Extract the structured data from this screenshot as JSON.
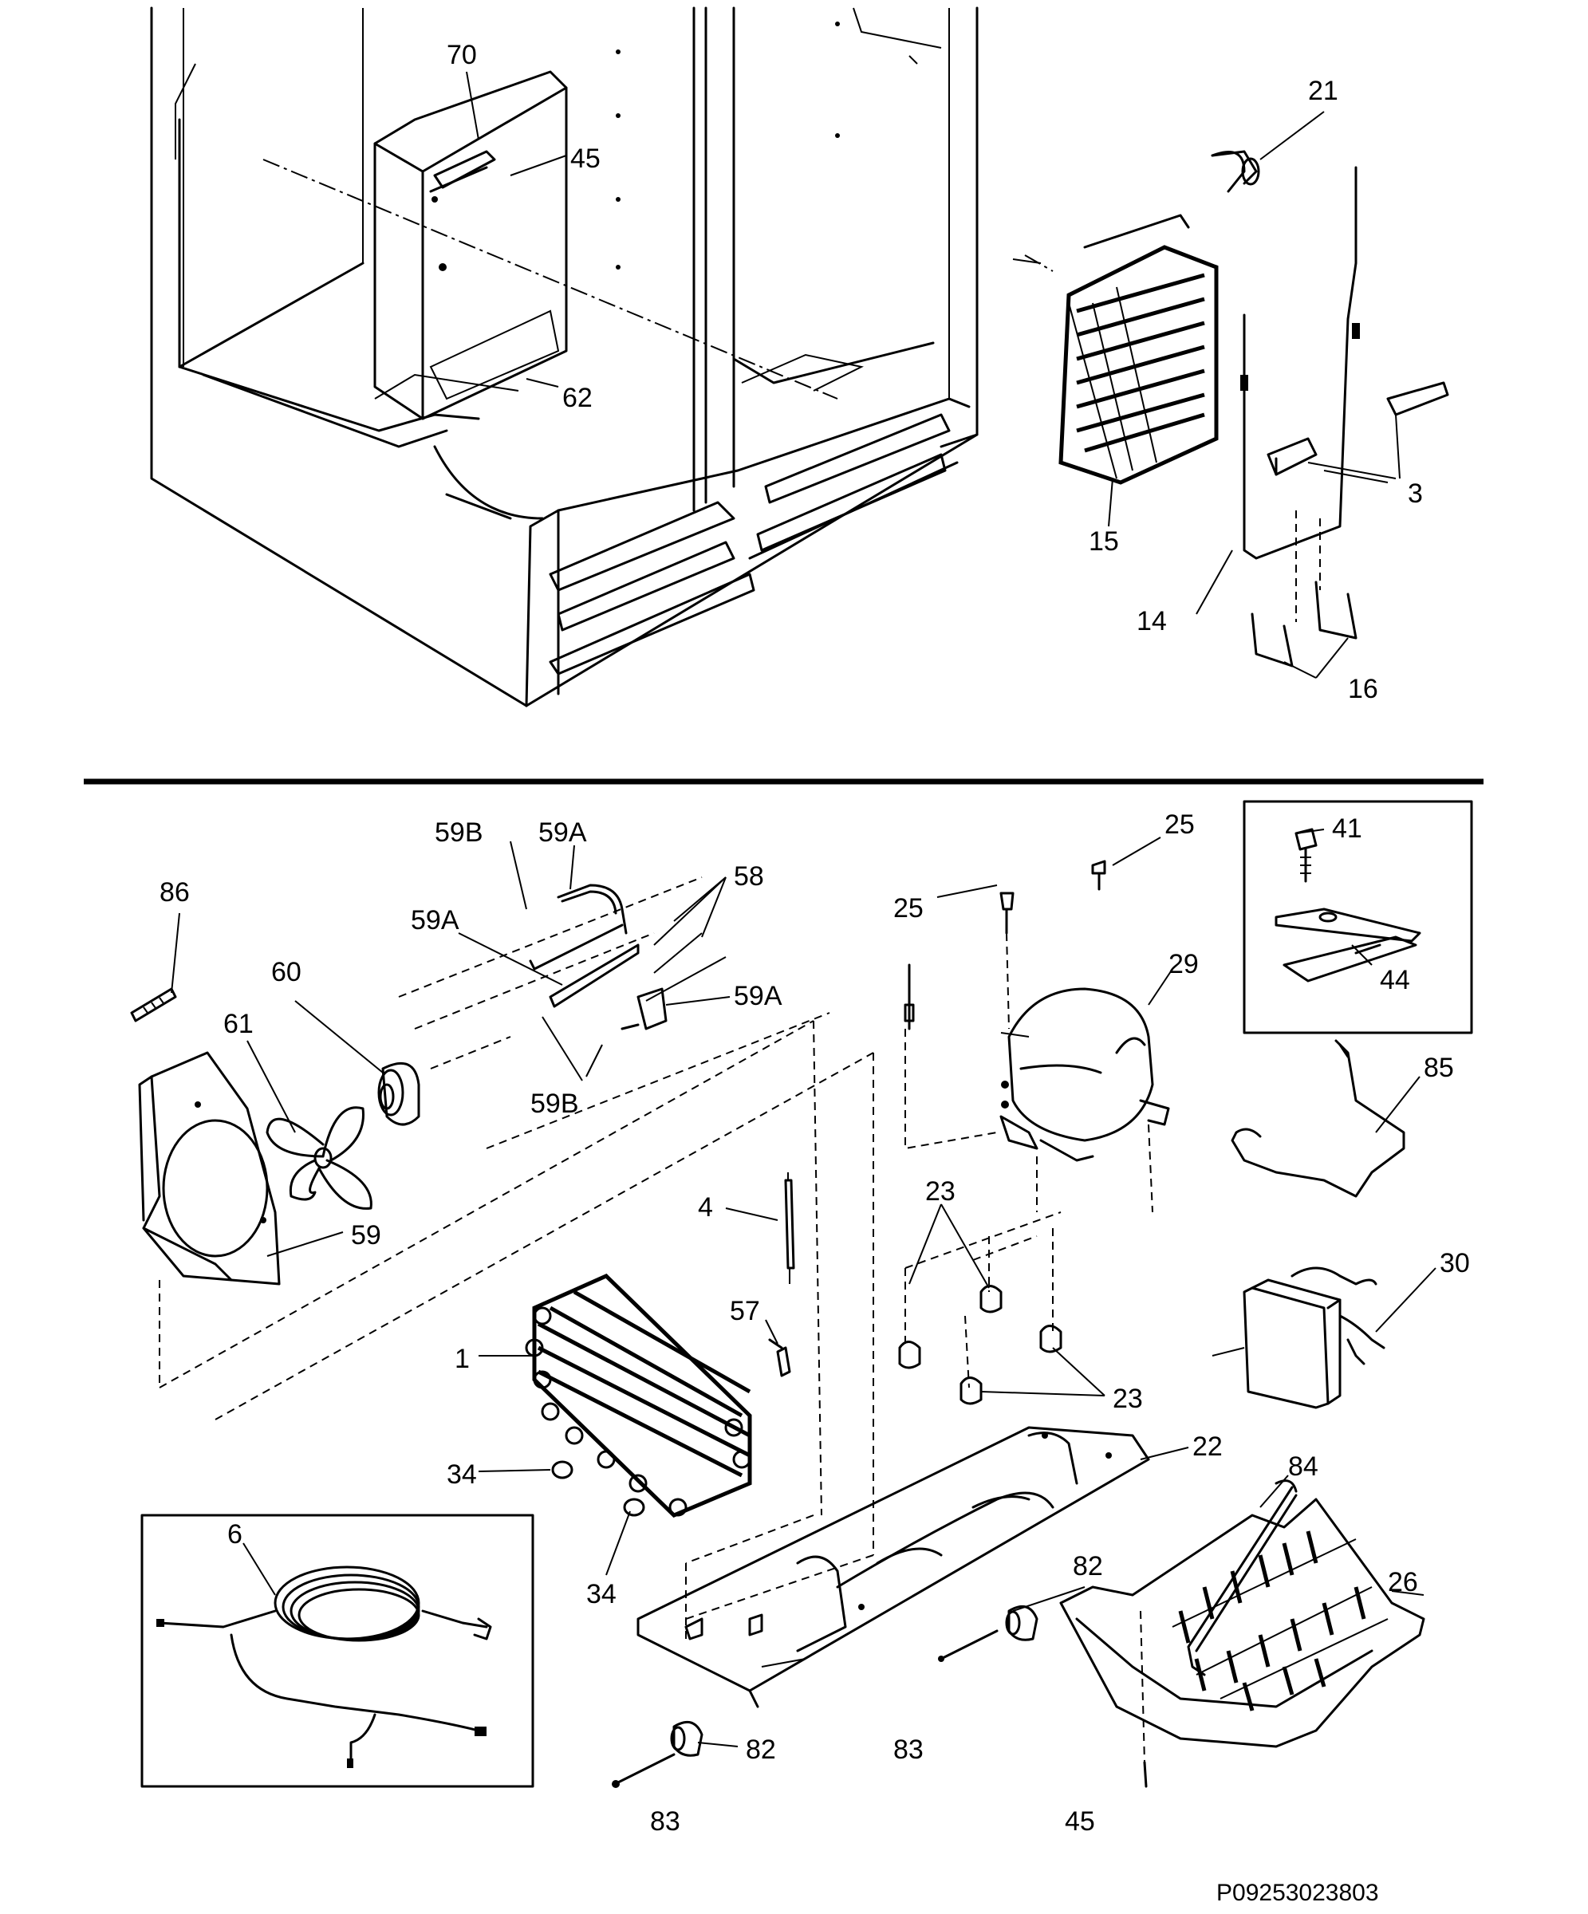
{
  "diagram": {
    "drawing_code": "P09253023803",
    "callouts": {
      "c70": "70",
      "c45a": "45",
      "c62": "62",
      "c21": "21",
      "c15": "15",
      "c3": "3",
      "c14": "14",
      "c16": "16",
      "c59B_top": "59B",
      "c59A_top": "59A",
      "c58": "58",
      "c59A_mid": "59A",
      "c59A_right": "59A",
      "c59B_low": "59B",
      "c86": "86",
      "c60": "60",
      "c61": "61",
      "c59": "59",
      "c25_a": "25",
      "c25_b": "25",
      "c41": "41",
      "c44": "44",
      "c29": "29",
      "c85": "85",
      "c4": "4",
      "c23_a": "23",
      "c23_b": "23",
      "c30": "30",
      "c57": "57",
      "c1": "1",
      "c34_a": "34",
      "c34_b": "34",
      "c22": "22",
      "c84": "84",
      "c6": "6",
      "c82_a": "82",
      "c82_b": "82",
      "c26": "26",
      "c83_a": "83",
      "c83_b": "83",
      "c45_b": "45"
    }
  }
}
